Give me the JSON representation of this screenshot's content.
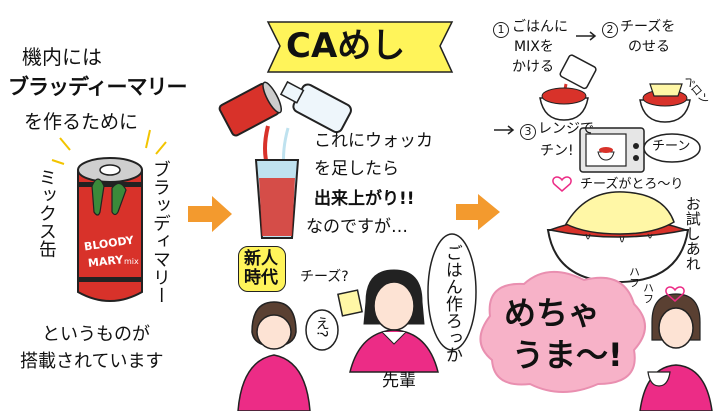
{
  "colors": {
    "accent_orange": "#f39a2e",
    "title_banner_yellow": "#fff45a",
    "tomato_red": "#d8322a",
    "can_stripe_green": "#3b8a3a",
    "pink_uniform": "#ec2c86",
    "pink_splash": "#f7b2c8",
    "cheese_yellow": "#fff7a6",
    "glass_blue": "#bfe2ef"
  },
  "title": "CAめし",
  "intro": {
    "line1": "機内には",
    "line2": "ブラッディーマリー",
    "line3": "を作るために"
  },
  "can": {
    "side_left": "ミックス缶",
    "side_right": "ブラッディマリー",
    "label_top": "BLOODY",
    "label_bottom": "MARY",
    "label_small": "mix"
  },
  "loaded": {
    "line1": "というものが",
    "line2": "搭載されています"
  },
  "vodka": {
    "line1": "これにウォッカ",
    "line2": "を足したら",
    "line3": "出来上がり!!",
    "line4": "なのですが…"
  },
  "rookie_tag": [
    "新人",
    "時代"
  ],
  "dialog": {
    "cheese": "チーズ?",
    "huh": "え?",
    "rice_bubble": "ごはん作ろっか",
    "senpai": "先輩"
  },
  "steps": [
    {
      "num": "1",
      "text": [
        "ごはんに",
        "MIXを",
        "かける"
      ]
    },
    {
      "num": "2",
      "text": [
        "チーズを",
        "のせる"
      ]
    },
    {
      "num": "3",
      "text": [
        "レンジで",
        "チン!"
      ]
    }
  ],
  "sfx": {
    "pon": "ペロン",
    "chin": "チーン",
    "hafu1": "ハフ",
    "hafu2": "ハフ"
  },
  "result": {
    "cheese_melt": "チーズがとろ〜り",
    "try_it": "お試しあれ",
    "delicious": [
      "めちゃ",
      "うま〜!"
    ]
  }
}
